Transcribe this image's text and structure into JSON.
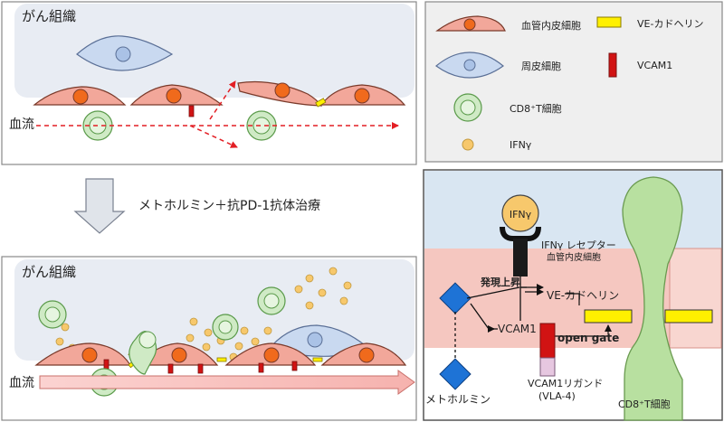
{
  "top_panel": {
    "tissue_label": "がん組織",
    "flow_label": "血流"
  },
  "treatment": {
    "label": "メトホルミン＋抗PD-1抗体治療"
  },
  "bottom_panel": {
    "tissue_label": "がん組織",
    "flow_label": "血流"
  },
  "legend": {
    "endothelial": "血管内皮細胞",
    "pericyte": "周皮細胞",
    "cd8": "CD8⁺T細胞",
    "ifn": "IFNγ",
    "ve_cadherin": "VE-カドヘリン",
    "vcam1": "VCAM1"
  },
  "mechanism": {
    "ifn_ball": "IFNγ",
    "receptor": "IFNγ レセプター",
    "endothelial": "血管内皮細胞",
    "upregulation": "発現上昇",
    "ve_cadherin": "VE-カドヘリン",
    "vcam1": "VCAM1",
    "open_gate": "open gate",
    "ligand_line1": "VCAM1リガンド",
    "ligand_line2": "(VLA-4)",
    "metformin": "メトホルミン",
    "cd8": "CD8⁺T細胞"
  },
  "colors": {
    "endothelial_fill": "#f2a79a",
    "nucleus": "#f06a1c",
    "pericyte_fill": "#c9d9f0",
    "tcell_outer": "#cfeac5",
    "ifn_dot": "#f7c86c",
    "ve_cadherin": "#fff000",
    "vcam1": "#d11313",
    "flow_arrow": "#e31e24",
    "tissue_bg": "#e8ecf3",
    "diamond": "#1e73d6"
  }
}
